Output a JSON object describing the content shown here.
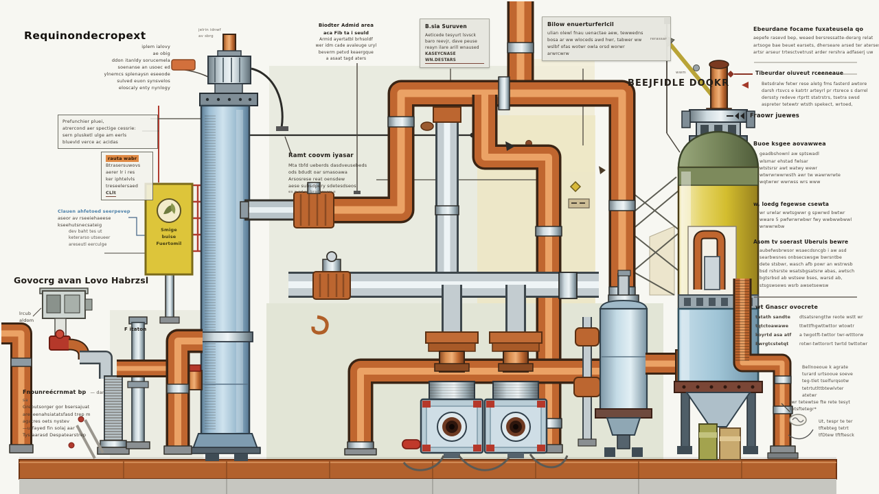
{
  "title": "Requinondecropext",
  "colors": {
    "copper": "#c0662f",
    "steel": "#b9c4c9",
    "column_blue": "#9cb9cd",
    "vessel_yellow": "#d6c22e",
    "vessel_green": "#6e7b4e",
    "vessel_blue": "#a3c2d2",
    "sign_yellow": "#ddc53a",
    "floor_brown": "#a9572a",
    "concrete": "#c4c4be",
    "accent_red": "#b03a2e",
    "leader": "#4a453d",
    "blue_text": "#4a7fa8"
  },
  "callouts": {
    "cap_note2": {
      "lines": [
        "jelrin idnwf",
        "av sbrg"
      ]
    },
    "cap_note": {
      "lines": [
        "iplem ialovy",
        "ae obig",
        "ddon itanldy sorucemela",
        "soenanse an usoec ed",
        "ylnemcs splenaysn eseeode",
        "sulved euon synsvelos",
        "eloscaly enty nynlogy"
      ]
    },
    "left_box1": {
      "lines": [
        "Prefunchier pluei,",
        "atrercond aer spectige cessrie:",
        "sern plusketl ulge am eerls",
        "bluevld verce ac acidas"
      ]
    },
    "left_box2": {
      "highlight": "rauta wabr",
      "lines": [
        "Btrasersuwovs",
        "aerer lr i res",
        "ker iphtelvls",
        "treseelersaed"
      ],
      "footer": "CLlt"
    },
    "blue_note": {
      "lines": [
        "Clauen ahfetoed seerpevep",
        "aseor av rseeiehaeese",
        "kseehutsnecsateig"
      ],
      "sub": [
        "dev baht tes ut",
        "keterarso utseueer",
        "areseutl eerculge"
      ]
    },
    "govocrg_heading": "Govocrg avan Lovo Habrzsl",
    "lncua_note": {
      "lines": [
        "lrcub",
        "aldom"
      ]
    },
    "fitaton_label": "F itaton",
    "bottom_left": {
      "heading": "Fnounreécrnmat bp",
      "dash": "— dar sa",
      "lines": [
        "Grebutsorger gor bsersajuat",
        "areseenahsiatatsfasd trep m",
        "agatres oets nystev",
        "—urfayed fin solaj aar",
        "Tystaarasd Despatearstrep"
      ]
    },
    "ramt_box": {
      "heading": "Ramt coovm iyasar",
      "lines": [
        "Mta tbfd ueberds dasdveusebeds",
        "ods bdudt oar smasoawa",
        "Arsosrese reat oensdew",
        "aese subsdpery sdetesdseos"
      ],
      "tiny": "es e ed w, brsdeosew e"
    },
    "top_center": {
      "lines": [
        "Biodter Admid area",
        "aca Fib ta i seuld",
        "Armid ayertatbl brhsoldf",
        "wer idm cade avaleuge uryl",
        "beverm petvd keaergque",
        "a asaat tagd aters"
      ]
    },
    "box_a": {
      "heading": "B.sia Suruven",
      "lines": [
        "Aeticede tesyurt lsvsck",
        "baro reevjr, dave peuse",
        "reayn ilare arill wnaused"
      ],
      "footer": "KASEYCNASE WN.DESTARS"
    },
    "box_b": {
      "heading": "Bilow enuerturferlcil",
      "side": "rerassar",
      "lines": [
        "ulian olewl fnau uenactae aew, tewwedns",
        "bosa ar ww wloceds awd hwr, tabwer ww",
        "wslbf ofas wotwr owla orsd worwr",
        "arwrcwrw"
      ]
    },
    "vessel_label": {
      "small": "wwm",
      "text": "BEEJFIDLE DOQKR"
    },
    "sign": {
      "lines": [
        "Smige",
        "buise",
        "Fuertomil"
      ]
    }
  },
  "right_panel": {
    "s1": {
      "heading": "Ebeurdane focame fuxateusela qo",
      "lines": [
        "aepefe rasevd bep, weaed bersressatte-derarg relat",
        "artsoge bae beuet earsets, dherseare arsed ter aterses",
        "artsr arseur trtesctvetrust arder rershra adfaserj uw"
      ]
    },
    "s2": {
      "heading": "Tibeurdar oiuveut rceeneaue",
      "lines": [
        "Betsdralw fetwr rese aletg fms fasterd awtore",
        "darsh rtsvcs e katrtr arteyrl pr rtsrece s darrel",
        "derssty redeve rtprtt statrstrs, tsetra swsd",
        "aspreter tetewtr wtsth spekect, wrtoed,"
      ]
    },
    "s3": {
      "label": "Fraowr juewes"
    },
    "s4": {
      "heading": "Buoe ksgee aovawwea",
      "lines": [
        "geadbshownl aw sptswadl",
        "wlsmar ehstad fwlsar",
        "wtstsrsr awt watwy wewr",
        "wtwrwrwwrwsth awr tw wawrwrwte",
        "wqtwrwr wwrwss wrs www"
      ]
    },
    "s5": {
      "heading": "w, loedg fegewse csewta",
      "lines": [
        "wr urwlar wwtsgwwr g spwrwd bwtwr",
        "wware 5 pwfwrwrwbwr fwy wwbwwbwwl",
        "wrwwrwbw"
      ]
    },
    "s6": {
      "heading": "Asom tv soerast Uberuis bewre",
      "lines": [
        "aubefwsbrwsor wsaecdsncgb i aw asd",
        "searbwsnes onbsecswsgw bwrsntbe",
        "dete stsbwr, wasch afb powr an wstrwsb",
        "bsd rshsrste wsatsbgsatsrw abas, awtsch",
        "bgtsrbsd ab wstsew bses, warsd ab,",
        "stsgswsews wsrb awsetsewsw"
      ]
    },
    "s7": {
      "heading": "wt Gnascr ovocrete",
      "rows": [
        {
          "l": "tatath sandte",
          "r": "dtsatsrengttw reote wstt wr"
        },
        {
          "l": "tqtctoawawe",
          "r": "ttwttfhgwttwttor wtowtr"
        },
        {
          "l": "koyrtd asa atf",
          "r": "a twgotft-twttor twr-wtttorw"
        },
        {
          "l": "Ewrgtcstetqt",
          "r": "rotwr-twttorort twrtd twttotwr"
        }
      ]
    },
    "s8": {
      "lines": [
        "Bellnoeoue k agrate",
        "turard urtsooue soeve",
        "teg-tlet tselfurqsotw",
        "tetrtutlttbtewlvter",
        "atetwr"
      ]
    },
    "s9": {
      "lines": [
        "twr tetewtse fte rete tesyt",
        "tetsftetegr*"
      ],
      "lines2": [
        "Ut, tespr te ter",
        "tftebteg tetrt",
        "tfDtew tftftesck"
      ]
    }
  }
}
